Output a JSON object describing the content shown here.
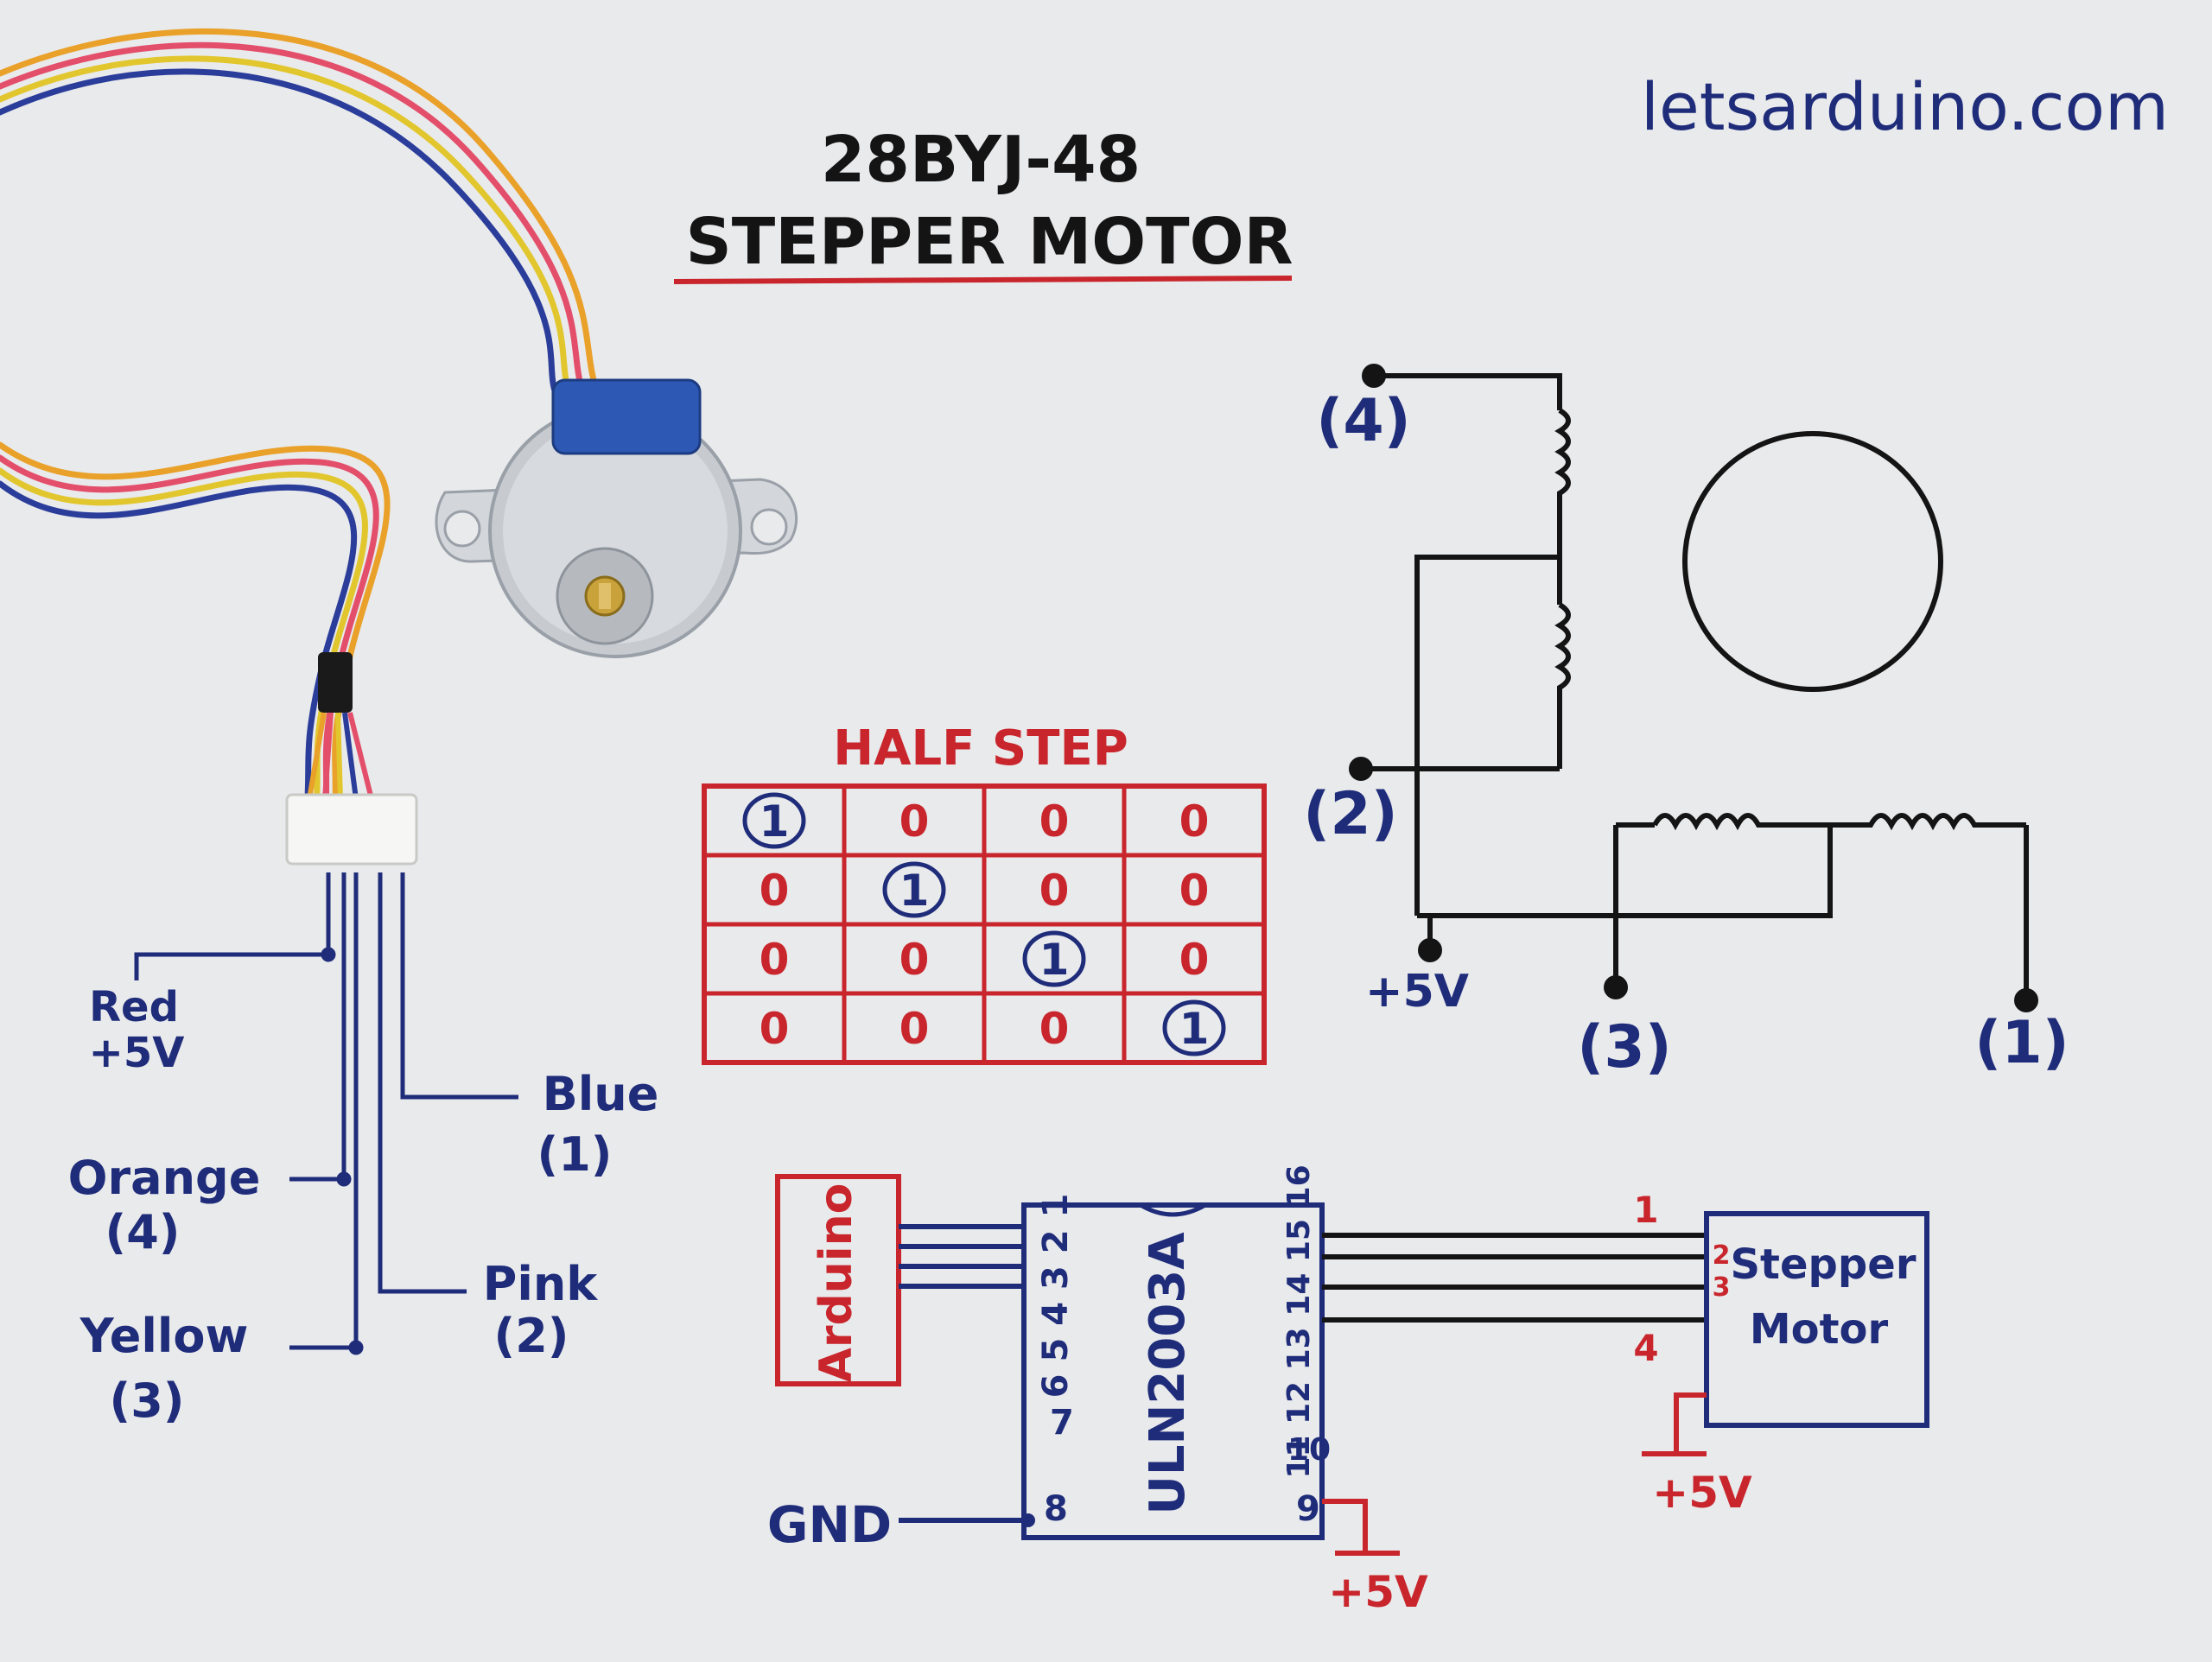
{
  "site": "letsarduino.com",
  "title": {
    "line1": "28BYJ-48",
    "line2": "STEPPER MOTOR"
  },
  "colors": {
    "red": "#c8262c",
    "blue": "#1f2c7a",
    "black": "#141414",
    "paper": "#e9eaec"
  },
  "wires": {
    "red": {
      "name": "Red",
      "label": "+5V"
    },
    "orange": {
      "name": "Orange",
      "label": "(4)"
    },
    "yellow": {
      "name": "Yellow",
      "label": "(3)"
    },
    "pink": {
      "name": "Pink",
      "label": "(2)"
    },
    "blue": {
      "name": "Blue",
      "label": "(1)"
    }
  },
  "half_step": {
    "title": "HALF STEP",
    "rows": [
      [
        "1",
        "0",
        "0",
        "0"
      ],
      [
        "0",
        "1",
        "0",
        "0"
      ],
      [
        "0",
        "0",
        "1",
        "0"
      ],
      [
        "0",
        "0",
        "0",
        "1"
      ]
    ],
    "active": [
      [
        0,
        0
      ],
      [
        1,
        1
      ],
      [
        2,
        2
      ],
      [
        3,
        3
      ]
    ]
  },
  "schematic": {
    "terminals": {
      "t4": "(4)",
      "t2": "(2)",
      "t3": "(3)",
      "t1": "(1)"
    },
    "supply": "+5V"
  },
  "wiring": {
    "arduino": "Arduino",
    "ic": "ULN2003A",
    "ic_left_pins": "6 5 4 3 2 1",
    "ic_right_pins": "11 12 13 14 15 16",
    "ic_pin7": "7",
    "ic_pin8": "8",
    "ic_pin9": "9",
    "ic_pin10": "10",
    "motor_line1": "Stepper",
    "motor_line2": "Motor",
    "wire_numbers": [
      "1",
      "2",
      "3",
      "4"
    ],
    "gnd": "GND",
    "supply1": "+5V",
    "supply2": "+5V"
  }
}
